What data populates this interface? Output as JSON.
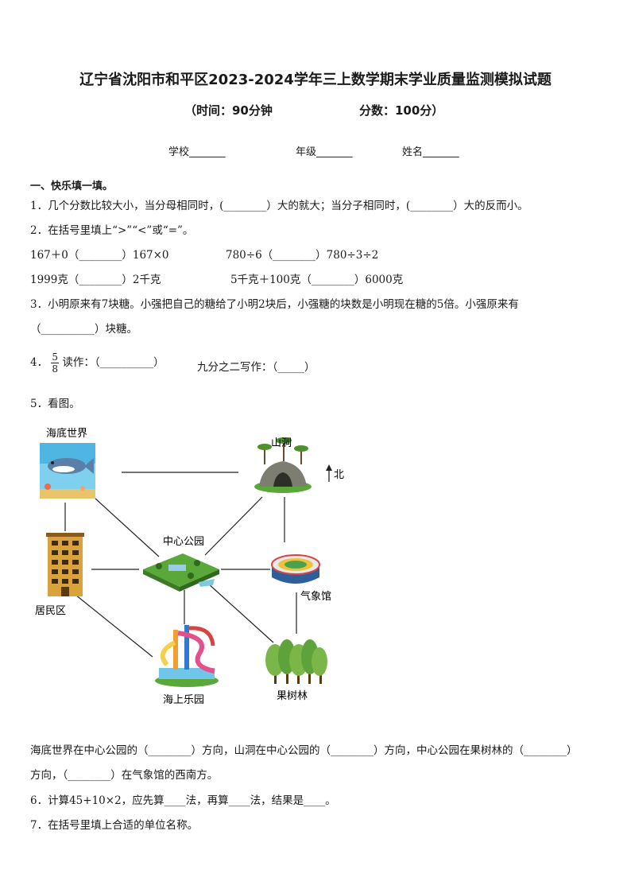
{
  "title": "辽宁省沈阳市和平区2023-2024学年三上数学期末学业质量监测模拟试题",
  "time_label": "（时间：90分钟",
  "score_label": "分数：100分）",
  "info": {
    "school": "学校_______",
    "grade": "年级_______",
    "name": "姓名_______"
  },
  "section1": "一、快乐填一填。",
  "q1": "1．几个分数比较大小，当分母相同时，(________）大的就大；当分子相同时，(________）大的反而小。",
  "q2": "2．在括号里填上“>”“<”或“=”。",
  "q2_items": [
    "167＋0（________）167×0",
    "780÷6（________）780÷3÷2",
    "1999克（________）2千克",
    "5千克＋100克（________）6000克"
  ],
  "q3_line1": "3．小明原来有7块糖。小强把自己的糖给了小明2块后，小强糖的块数是小明现在糖的5倍。小强原来有",
  "q3_line2": "（__________）块糖。",
  "q4": {
    "prefix": "4．",
    "numerator": "5",
    "denominator": "8",
    "read_text": "读作：（__________）",
    "write_text": "九分之二写作：（_____）"
  },
  "q5": "5．看图。",
  "map": {
    "labels": {
      "sea_world": "海底世界",
      "cave": "山洞",
      "north": "北",
      "park": "中心公园",
      "residential": "居民区",
      "weather": "气象馆",
      "orchard": "果树林",
      "water_park": "海上乐园"
    }
  },
  "q5_text_line1": "海底世界在中心公园的（________）方向，山洞在中心公园的（________）方向，中心公园在果树林的（________）",
  "q5_text_line2": "方向，（________）在气象馆的西南方。",
  "q6": "6．计算45+10×2，应先算____法，再算____法，结果是____。",
  "q7": "7．在括号里填上合适的单位名称。",
  "colors": {
    "line": "#222222",
    "sea": "#3aa7d8",
    "cave": "#6b6b60",
    "grass": "#5aa83a",
    "building": "#d9a23a",
    "stadium": "#2f5f9a"
  }
}
